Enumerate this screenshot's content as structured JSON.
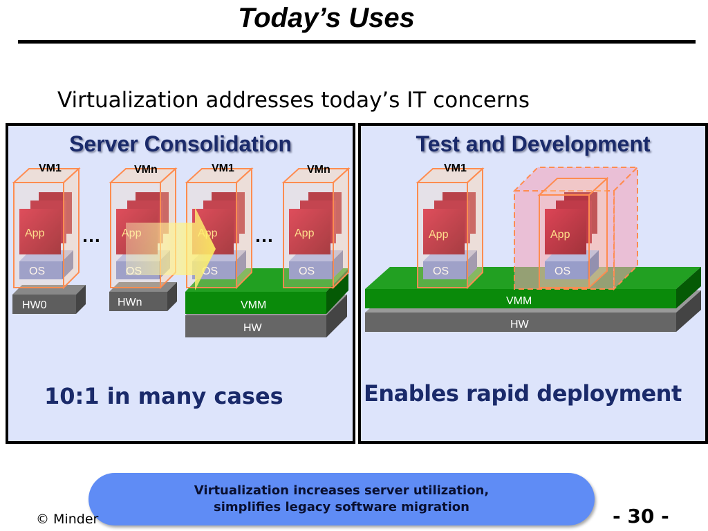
{
  "slide": {
    "title": "Today’s Uses",
    "subtitle": "Virtualization addresses today’s IT concerns",
    "page_number": "- 30 -",
    "footer": "© Minder"
  },
  "left_panel": {
    "title": "Server Consolidation",
    "vm_labels": [
      "VM1",
      "VMn",
      "VM1",
      "VMn"
    ],
    "app_label": "App",
    "os_label": "OS",
    "hw0_label": "HW0",
    "hwn_label": "HWn",
    "vmm_label": "VMM",
    "hw_label": "HW",
    "ellipsis": "…",
    "caption": "10:1 in many cases"
  },
  "right_panel": {
    "title": "Test and Development",
    "vm_label": "VM1",
    "app_label": "App",
    "os_label": "OS",
    "vmm_label": "VMM",
    "hw_label": "HW",
    "caption": "Enables rapid deployment"
  },
  "callout": {
    "line1": "Virtualization increases server utilization,",
    "line2": "simplifies legacy software migration"
  },
  "colors": {
    "panel_bg": "#dde4fb",
    "panel_title": "#1a2a6a",
    "app_red": "#b8102a",
    "os_blue": "#7f8fd0",
    "vmm_green": "#0a8a0a",
    "hw_gray": "#666666",
    "vm_outline": "#ff8c50",
    "callout_bg": "#5f8cf5"
  }
}
